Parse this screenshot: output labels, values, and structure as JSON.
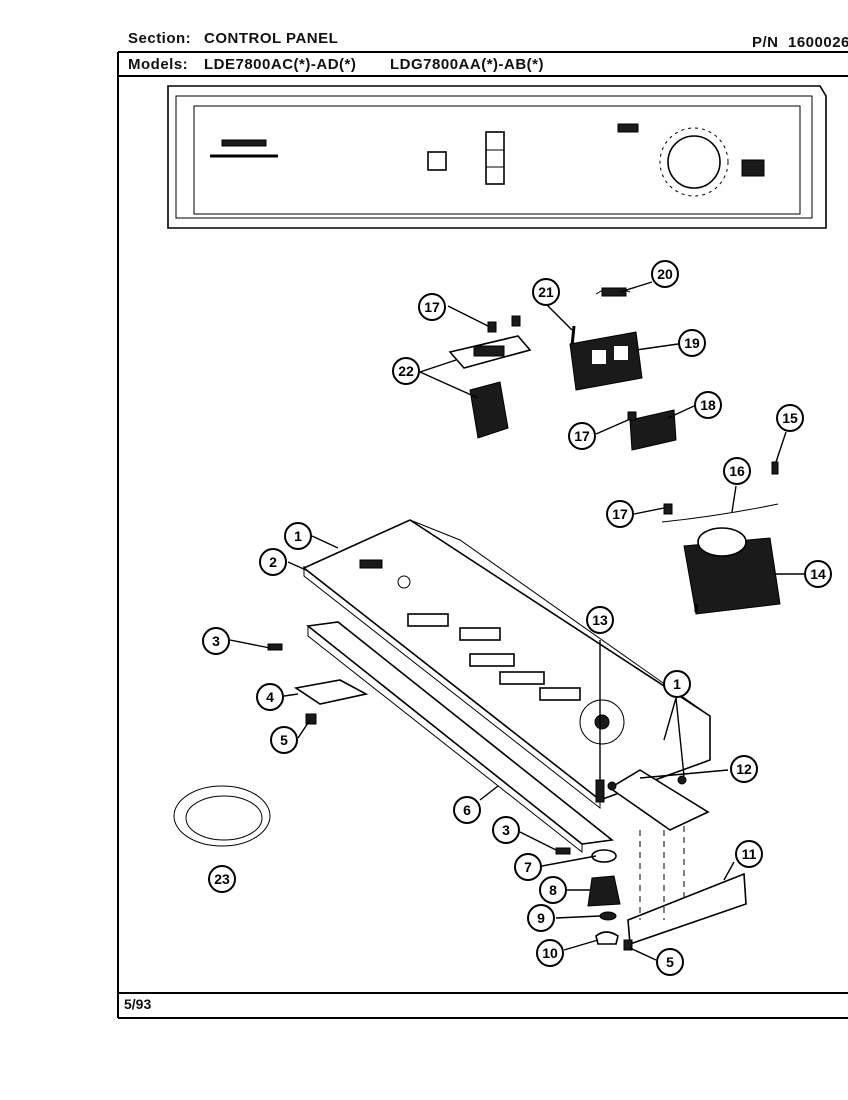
{
  "header": {
    "section_label": "Section:",
    "section_value": "CONTROL PANEL",
    "pn_label": "P/N",
    "pn_value": "1600026",
    "models_label": "Models:",
    "models_a": "LDE7800AC(*)-AD(*)",
    "models_b": "LDG7800AA(*)-AB(*)"
  },
  "footer": {
    "date": "5/93"
  },
  "callouts": [
    "1",
    "2",
    "3",
    "4",
    "5",
    "6",
    "7",
    "8",
    "9",
    "10",
    "11",
    "12",
    "13",
    "14",
    "15",
    "16",
    "17",
    "18",
    "19",
    "20",
    "21",
    "22",
    "23"
  ]
}
